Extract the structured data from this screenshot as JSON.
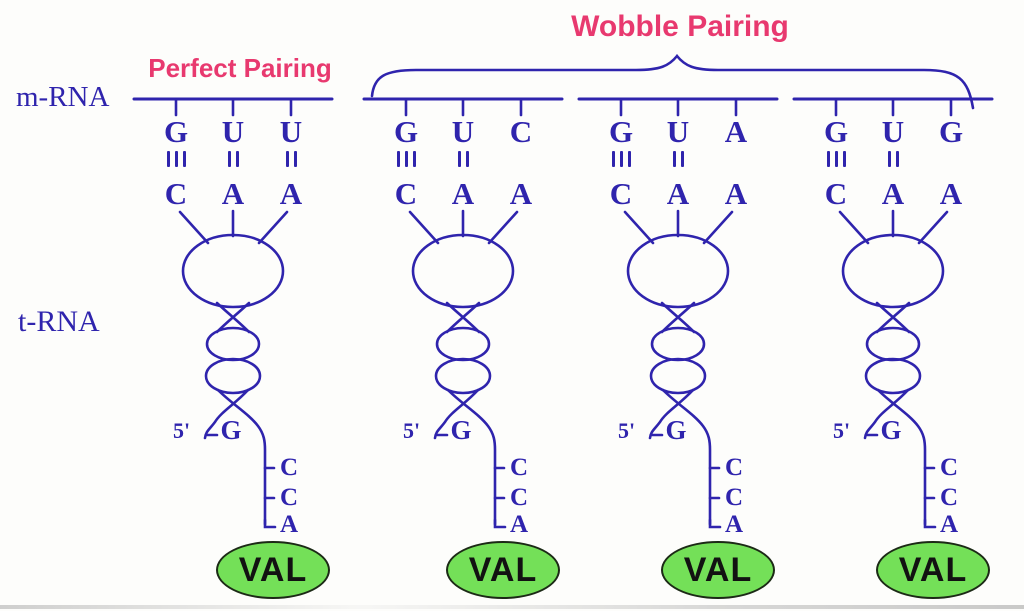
{
  "titles": {
    "perfect": "Perfect Pairing",
    "wobble": "Wobble Pairing"
  },
  "labels": {
    "mrna": "m-RNA",
    "trna": "t-RNA",
    "five_prime": "5'",
    "five_prime_base": "G"
  },
  "colors": {
    "blue": "#2f24ad",
    "pink": "#e8396f",
    "green": "#74e058",
    "ink": "#121212"
  },
  "structures": [
    {
      "group": "perfect",
      "codon": [
        "G",
        "U",
        "U"
      ],
      "anticodon": [
        "C",
        "A",
        "A"
      ],
      "bonds": [
        3,
        2,
        2
      ],
      "tail": [
        "C",
        "C",
        "A"
      ],
      "amino_acid": "VAL"
    },
    {
      "group": "wobble",
      "codon": [
        "G",
        "U",
        "C"
      ],
      "anticodon": [
        "C",
        "A",
        "A"
      ],
      "bonds": [
        3,
        2,
        0
      ],
      "tail": [
        "C",
        "C",
        "A"
      ],
      "amino_acid": "VAL"
    },
    {
      "group": "wobble",
      "codon": [
        "G",
        "U",
        "A"
      ],
      "anticodon": [
        "C",
        "A",
        "A"
      ],
      "bonds": [
        3,
        2,
        0
      ],
      "tail": [
        "C",
        "C",
        "A"
      ],
      "amino_acid": "VAL"
    },
    {
      "group": "wobble",
      "codon": [
        "G",
        "U",
        "G"
      ],
      "anticodon": [
        "C",
        "A",
        "A"
      ],
      "bonds": [
        3,
        2,
        0
      ],
      "tail": [
        "C",
        "C",
        "A"
      ],
      "amino_acid": "VAL"
    }
  ]
}
